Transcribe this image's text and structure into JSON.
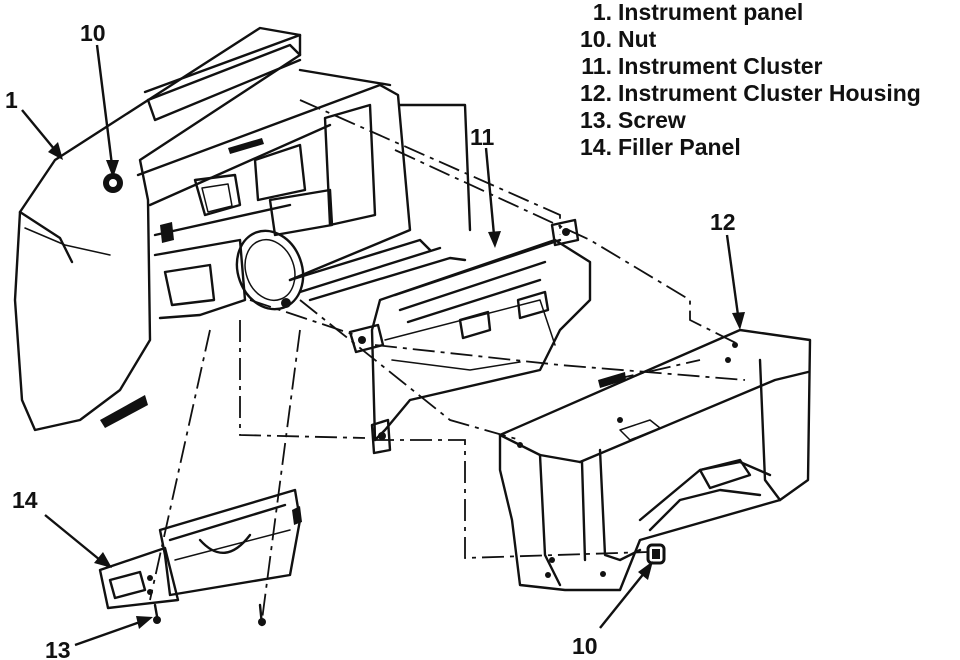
{
  "legend": {
    "items": [
      {
        "number": "1.",
        "label": "Instrument panel"
      },
      {
        "number": "10.",
        "label": "Nut"
      },
      {
        "number": "11.",
        "label": "Instrument Cluster"
      },
      {
        "number": "12.",
        "label": "Instrument Cluster Housing"
      },
      {
        "number": "13.",
        "label": "Screw"
      },
      {
        "number": "14.",
        "label": "Filler Panel"
      }
    ]
  },
  "callouts": {
    "panel": "1",
    "nut_top": "10",
    "cluster": "11",
    "housing": "12",
    "filler": "14",
    "screw": "13",
    "nut_bottom": "10"
  },
  "colors": {
    "ink": "#111111",
    "paper": "#ffffff"
  }
}
